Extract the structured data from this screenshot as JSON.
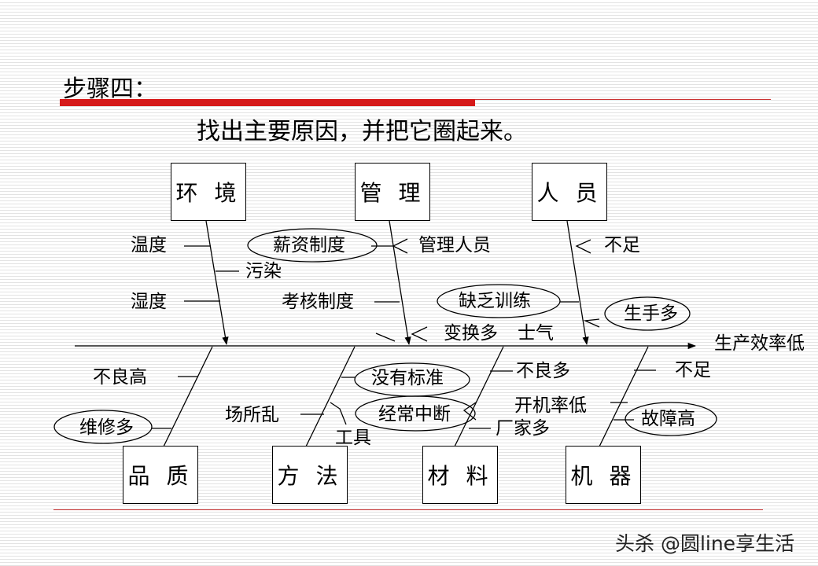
{
  "heading": "步骤四：",
  "subtitle": "找出主要原因，并把它圈起来。",
  "outcome": "生产效率低",
  "categories": {
    "env": "环 境",
    "mgmt": "管 理",
    "people": "人 员",
    "quality": "品 质",
    "method": "方 法",
    "material": "材 料",
    "machine": "机 器"
  },
  "causes": {
    "wendu": "温度",
    "wuran": "污染",
    "shidu": "湿度",
    "xinzi": "薪资制度",
    "guanli_renyuan": "管理人员",
    "kaohe": "考核制度",
    "bianhuan": "变换多",
    "shiqi": "士气",
    "buzu_people": "不足",
    "quefa": "缺乏训练",
    "shengshou": "生手多",
    "buliang_gao": "不良高",
    "weixiu": "维修多",
    "meiyou_biaozhun": "没有标准",
    "changsuo": "场所乱",
    "jingchang": "经常中断",
    "gongju": "工具",
    "buliang_duo": "不良多",
    "kaiji": "开机率低",
    "changjia": "厂家多",
    "buzu_machine": "不足",
    "guzhang": "故障高"
  },
  "watermark": "头杀 @圆line享生活"
}
